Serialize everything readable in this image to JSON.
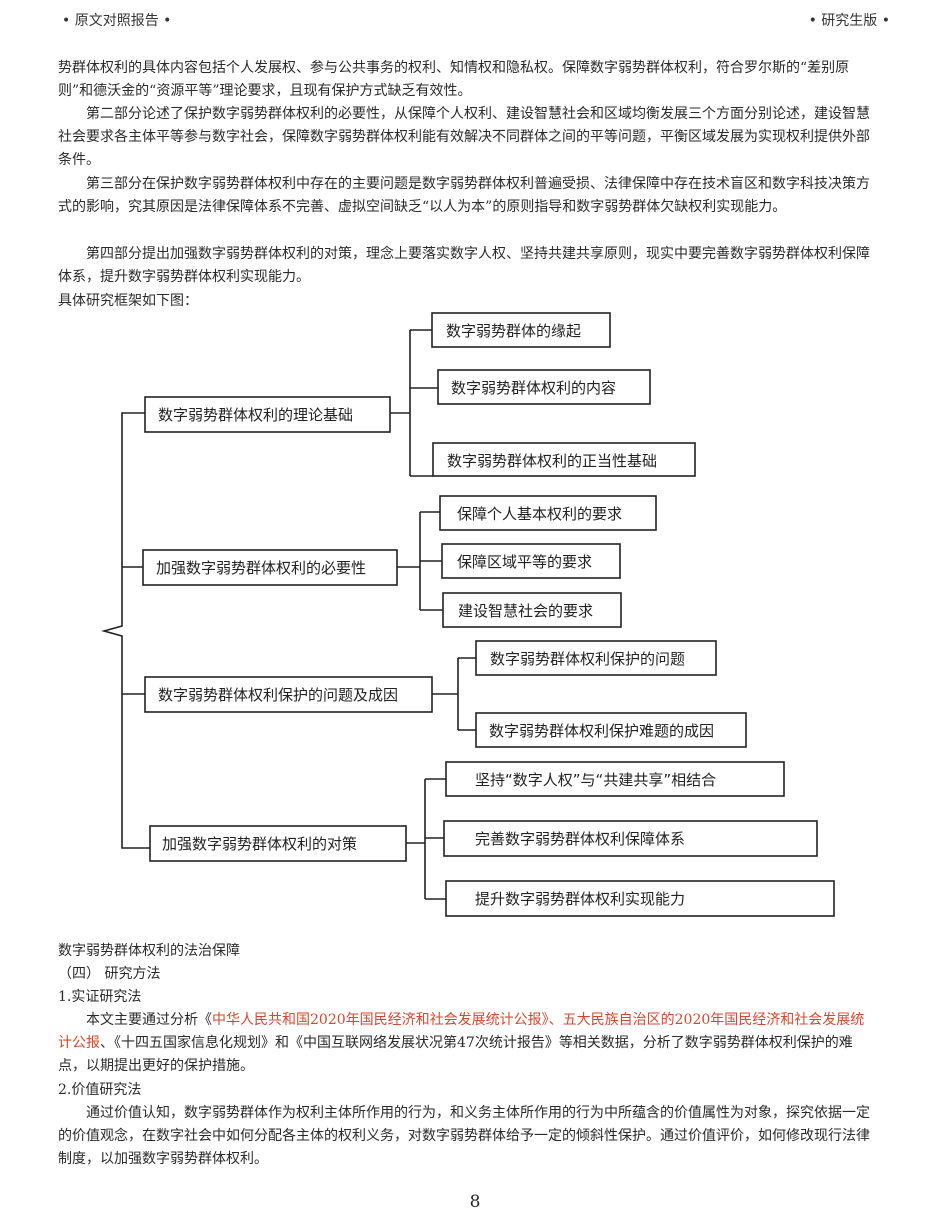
{
  "header": {
    "left": "• 原文对照报告 •",
    "right": "• 研究生版 •"
  },
  "paragraphs": [
    "势群体权利的具体内容包括个人发展权、参与公共事务的权利、知情权和隐私权。保障数字弱势群体权利，符合罗尔斯的“差别原则”和德沃金的“资源平等”理论要求，且现有保护方式缺乏有效性。",
    "第二部分论述了保护数字弱势群体权利的必要性，从保障个人权利、建设智慧社会和区域均衡发展三个方面分别论述，建设智慧社会要求各主体平等参与数字社会，保障数字弱势群体权利能有效解决不同群体之间的平等问题，平衡区域发展为实现权利提供外部条件。",
    "第三部分在保护数字弱势群体权利中存在的主要问题是数字弱势群体权利普遍受损、法律保障中存在技术盲区和数字科技决策方式的影响，究其原因是法律保障体系不完善、虚拟空间缺乏“以人为本”的原则指导和数字弱势群体欠缺权利实现能力。",
    "第四部分提出加强数字弱势群体权利的对策，理念上要落实数字人权、坚持共建共享原则，现实中要完善数字弱势群体权利保障体系，提升数字弱势群体权利实现能力。",
    "具体研究框架如下图："
  ],
  "diagram": {
    "groups": [
      {
        "label": "数字弱势群体权利的理论基础",
        "children": [
          "数字弱势群体的缘起",
          "数字弱势群体权利的内容",
          "数字弱势群体权利的正当性基础"
        ]
      },
      {
        "label": "加强数字弱势群体权利的必要性",
        "children": [
          "保障个人基本权利的要求",
          "保障区域平等的要求",
          "建设智慧社会的要求"
        ]
      },
      {
        "label": "数字弱势群体权利保护的问题及成因",
        "children": [
          "数字弱势群体权利保护的问题",
          "数字弱势群体权利保护难题的成因"
        ]
      },
      {
        "label": "加强数字弱势群体权利的对策",
        "children": [
          "坚持“数字人权”与“共建共享”相结合",
          "完善数字弱势群体权利保障体系",
          "提升数字弱势群体权利实现能力"
        ]
      }
    ]
  },
  "lower": {
    "caption": "数字弱势群体权利的法治保障",
    "section": "（四） 研究方法",
    "method1_title": "1.实证研究法",
    "method1_pre": "本文主要通过分析《",
    "method1_red": "中华人民共和国2020年国民经济和社会发展统计公报》、五大民族自治区的2020年国民经济和社会发展统计公报",
    "method1_post": "、《十四五国家信息化规划》和《中国互联网络发展状况第47次统计报告》等相关数据，分析了数字弱势群体权利保护的难点，以期提出更好的保护措施。",
    "method2_title": "2.价值研究法",
    "method2_text": "通过价值认知，数字弱势群体作为权利主体所作用的行为，和义务主体所作用的行为中所蕴含的价值属性为对象，探究依据一定的价值观念，在数字社会中如何分配各主体的权利义务，对数字弱势群体给予一定的倾斜性保护。通过价值评价，如何修改现行法律制度，以加强数字弱势群体权利。"
  },
  "page_number": "8"
}
